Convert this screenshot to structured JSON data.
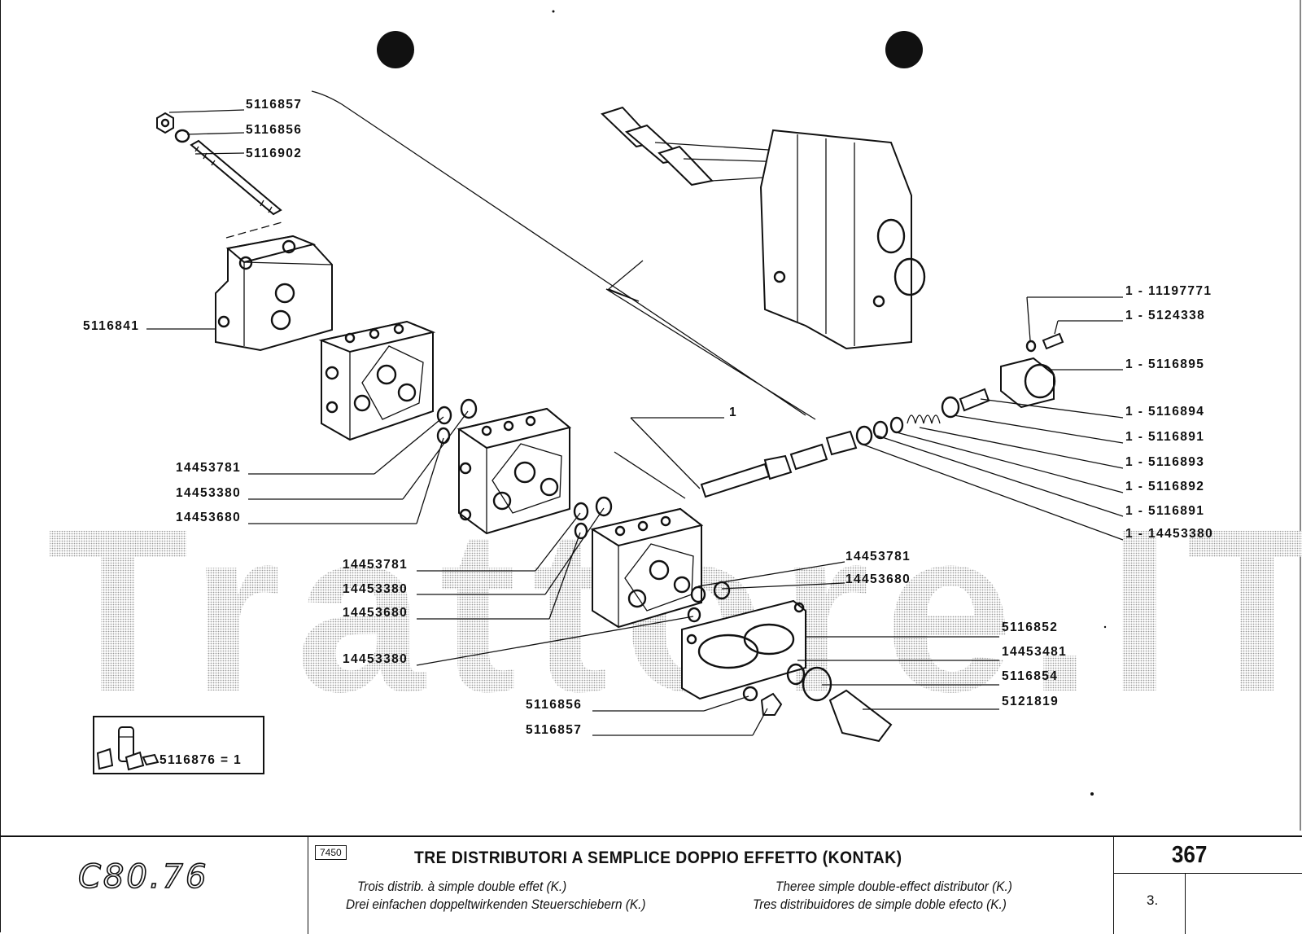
{
  "watermark": "Trattore.IT",
  "parts_upper_left": [
    "5116857",
    "5116856",
    "5116902",
    "5116841"
  ],
  "parts_right": [
    "1 - 11197771",
    "1 - 5124338",
    "1 - 5116895",
    "1 - 5116894",
    "1 - 5116891",
    "1 - 5116893",
    "1 - 5116892",
    "1 - 5116891",
    "1 - 14453380"
  ],
  "part_center": "1",
  "parts_left_group1": [
    "14453781",
    "14453380",
    "14453680"
  ],
  "parts_left_group2": [
    "14453781",
    "14453380",
    "14453680",
    "14453380"
  ],
  "parts_center_pair": [
    "14453781",
    "14453680"
  ],
  "parts_lower_right": [
    "5116852",
    "14453481",
    "5116854",
    "5121819"
  ],
  "parts_bottom": [
    "5116856",
    "5116857"
  ],
  "kit_label": "5116876 = 1",
  "footer": {
    "model": "C80.76",
    "ref_code": "7450",
    "title_it": "TRE DISTRIBUTORI A SEMPLICE DOPPIO EFFETTO (KONTAK)",
    "title_fr": "Trois distrib. à simple double effet (K.)",
    "title_de": "Drei einfachen doppeltwirkenden Steuerschiebern (K.)",
    "title_en": "Theree simple double-effect distributor (K.)",
    "title_es": "Tres distribuidores de simple doble efecto (K.)",
    "page": "367",
    "sheet": "3."
  }
}
